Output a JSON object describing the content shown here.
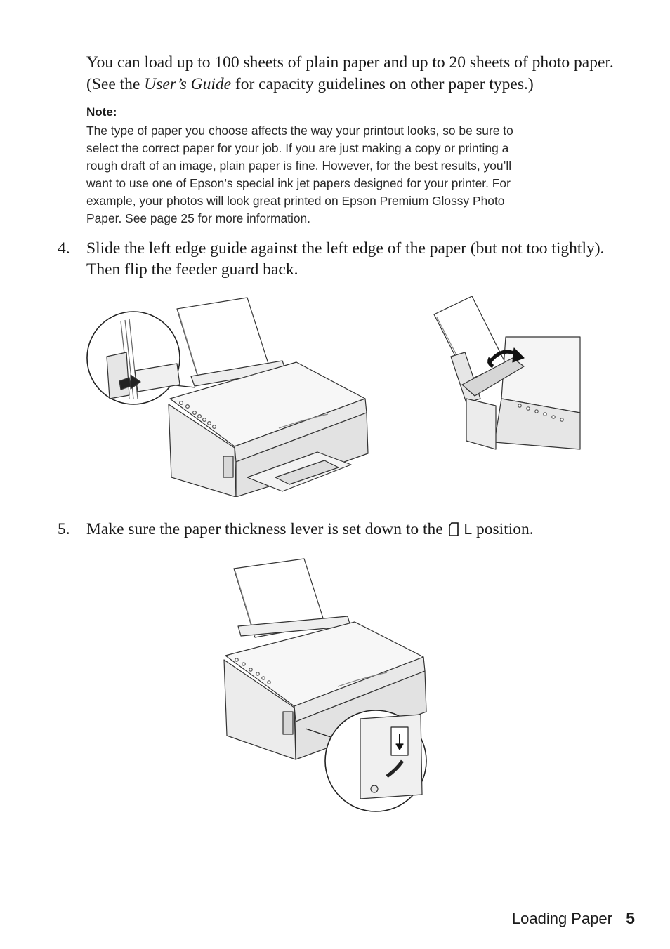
{
  "intro": {
    "part1": "You can load up to 100 sheets of plain paper and up to 20 sheets of photo paper. (See the ",
    "guide_title": "User’s Guide",
    "part2": " for capacity guidelines on other paper types.)"
  },
  "note": {
    "heading": "Note:",
    "lines": [
      "The type of paper you choose affects the way your printout looks, so be sure to",
      "select the correct paper for your job. If you are just making a copy or printing a",
      "rough draft of an image, plain paper is fine. However, for the best results, you’ll",
      "want to use one of Epson’s special ink jet papers designed for your printer. For",
      "example, your photos will look great printed on Epson Premium Glossy Photo",
      "Paper. See page 25 for more information."
    ]
  },
  "steps": [
    {
      "number": "4.",
      "lines": [
        "Slide the left edge guide against the left edge of the paper (but not too tightly).",
        "Then flip the feeder guard back."
      ]
    },
    {
      "number": "5.",
      "before": "Make sure the paper thickness lever is set down to the ",
      "lever_symbol": "L",
      "after": " position."
    }
  ],
  "footer": {
    "section": "Loading Paper",
    "page": "5"
  },
  "icons": {
    "paper_lever": "paper-sheet-icon"
  }
}
